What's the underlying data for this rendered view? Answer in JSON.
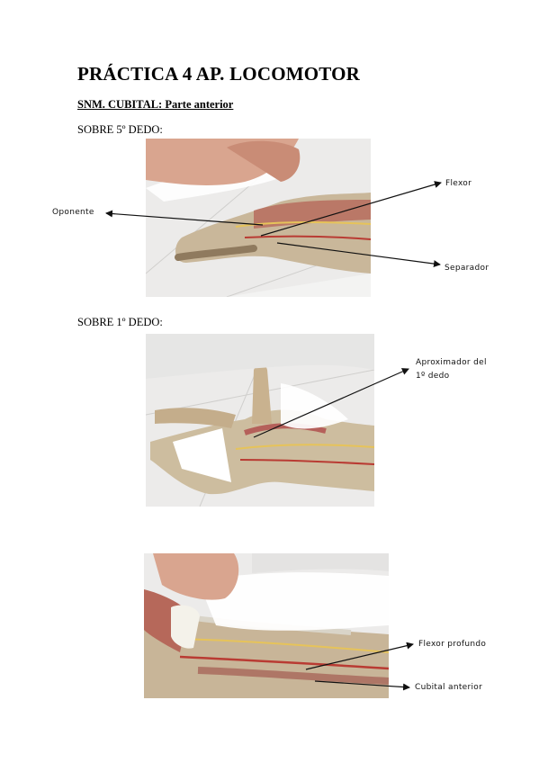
{
  "header": {
    "title": "PRÁCTICA 4 AP. LOCOMOTOR",
    "subtitle": "SNM. CUBITAL: Parte anterior"
  },
  "sections": {
    "fifth_finger": "SOBRE 5º DEDO:",
    "first_finger": "SOBRE 1º DEDO:"
  },
  "labels": {
    "flexor": "Flexor",
    "oponente": "Oponente",
    "separador": "Separador",
    "aproximador_line1": "Aproximador del",
    "aproximador_line2": "1º dedo",
    "flexor_profundo": "Flexor profundo",
    "cubital_anterior": "Cubital anterior"
  },
  "photos": {
    "photo1": {
      "icon": "hand-anatomy-model-palm-fifth-finger"
    },
    "photo2": {
      "icon": "hand-anatomy-model-palm-first-finger"
    },
    "photo3": {
      "icon": "forearm-anatomy-model-flexors"
    }
  }
}
